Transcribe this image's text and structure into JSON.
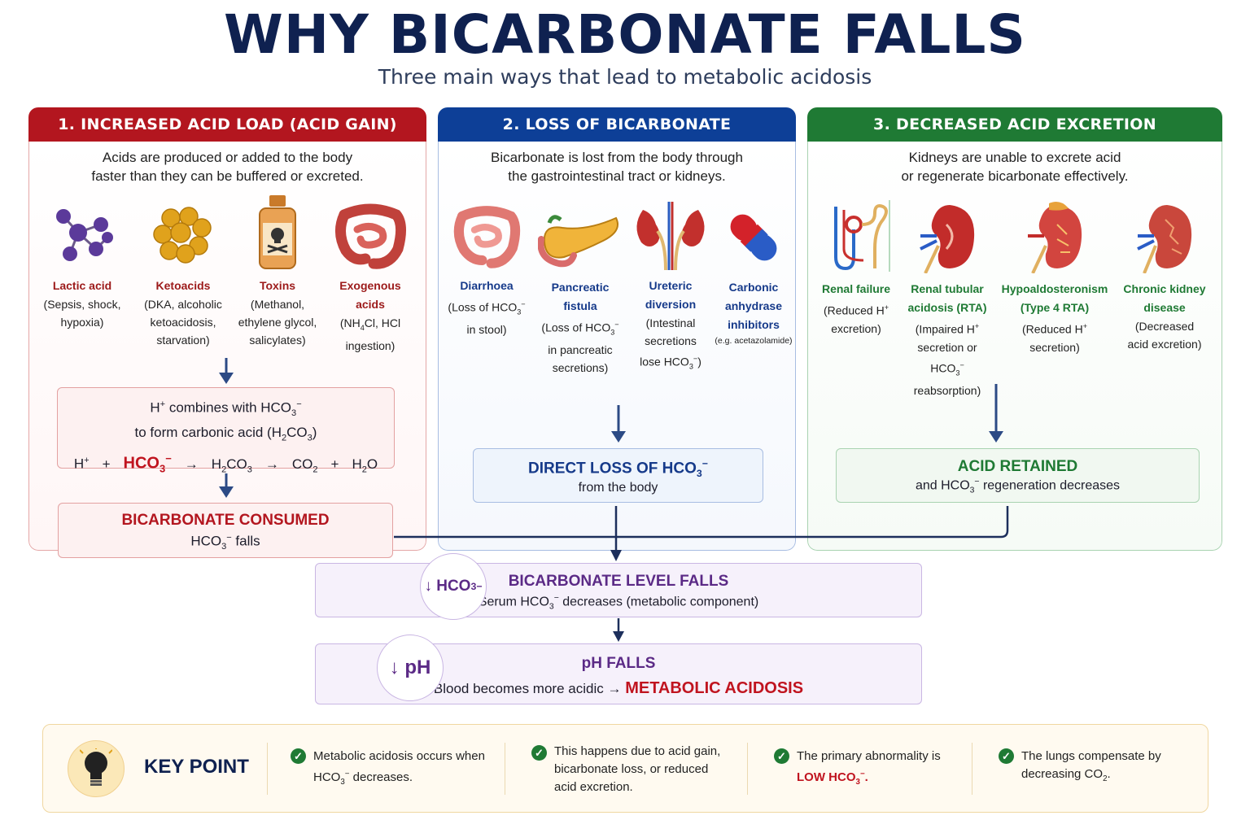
{
  "title": "WHY BICARBONATE FALLS",
  "subtitle": "Three main ways that lead to metabolic acidosis",
  "colors": {
    "red": "#b3161f",
    "blue": "#0d3f97",
    "green": "#1f7a34",
    "purple": "#5b2a86",
    "navy": "#0f2150"
  },
  "col1": {
    "header": "1.  INCREASED ACID LOAD (ACID GAIN)",
    "desc1": "Acids are produced or added to the body",
    "desc2": "faster than they can be buffered or excreted.",
    "causes": [
      {
        "icon": "molecule-icon",
        "name": "Lactic acid",
        "d1": "(Sepsis, shock,",
        "d2": "hypoxia)",
        "d3": ""
      },
      {
        "icon": "ketone-cluster-icon",
        "name": "Ketoacids",
        "d1": "(DKA, alcoholic",
        "d2": "ketoacidosis,",
        "d3": "starvation)"
      },
      {
        "icon": "poison-bottle-icon",
        "name": "Toxins",
        "d1": "(Methanol,",
        "d2": "ethylene glycol,",
        "d3": "salicylates)"
      },
      {
        "icon": "intestine-icon",
        "name": "Exogenous acids",
        "d1": "ingestion)",
        "d2": "",
        "d3": ""
      }
    ],
    "exo_pre": "(NH",
    "exo_sub": "4",
    "exo_post": "Cl, HCl",
    "reaction_box": {
      "l1a": "H",
      "l1sup": "+",
      "l1b": " combines with HCO",
      "l1sub": "3",
      "l1sup2": "−",
      "l2a": "to form carbonic acid (H",
      "l2sub1": "2",
      "l2b": "CO",
      "l2sub2": "3",
      "l2c": ")",
      "eq_h": "H",
      "eq_plus": "+",
      "eq_hco3": "HCO",
      "eq_arrow": "→",
      "eq_h2co3_a": "H",
      "eq_h2co3_b": "CO",
      "eq_co2": "CO",
      "eq_h2o_a": "H",
      "eq_h2o_b": "O",
      "sub2": "2",
      "sub3": "3",
      "minus": "−"
    },
    "consumed_box": {
      "title": "BICARBONATE CONSUMED",
      "l2a": "HCO",
      "l2b": " falls"
    }
  },
  "col2": {
    "header": "2.  LOSS OF BICARBONATE",
    "desc1": "Bicarbonate is lost from the body through",
    "desc2": "the gastrointestinal tract or kidneys.",
    "causes": [
      {
        "icon": "intestine-icon",
        "name": "Diarrhoea",
        "d1a": "(Loss of HCO",
        "d2": "in stool)"
      },
      {
        "icon": "pancreas-icon",
        "name1": "Pancreatic",
        "name2": "fistula",
        "d1a": "(Loss of HCO",
        "d2": "in pancreatic",
        "d3": "secretions)"
      },
      {
        "icon": "kidney-ureter-icon",
        "name1": "Ureteric",
        "name2": "diversion",
        "d1": "(Intestinal",
        "d2": "secretions",
        "d3a": "lose HCO",
        "d3b": ")"
      },
      {
        "icon": "capsule-icon",
        "name1": "Carbonic",
        "name2": "anhydrase",
        "name3": "inhibitors",
        "d1": "(e.g. acetazolamide)"
      }
    ],
    "loss_box": {
      "title": "DIRECT LOSS OF HCO",
      "l2": "from the body"
    }
  },
  "col3": {
    "header": "3.  DECREASED ACID EXCRETION",
    "desc1": "Kidneys are unable to excrete acid",
    "desc2": "or regenerate bicarbonate effectively.",
    "causes": [
      {
        "icon": "nephron-icon",
        "name": "Renal failure",
        "d1a": "(Reduced H",
        "d2": "excretion)"
      },
      {
        "icon": "kidney-icon",
        "name1": "Renal tubular",
        "name2": "acidosis (RTA)",
        "d1a": "(Impaired H",
        "d2": "secretion or",
        "d3a": "HCO",
        "d3b": " reabsorption)"
      },
      {
        "icon": "kidney-adrenal-icon",
        "name1": "Hypoaldosteronism",
        "name2": "(Type 4 RTA)",
        "d1a": "(Reduced H",
        "d2": "secretion)"
      },
      {
        "icon": "kidney-damaged-icon",
        "name1": "Chronic kidney",
        "name2": "disease",
        "d1": "(Decreased",
        "d2": "acid excretion)"
      }
    ],
    "retained_box": {
      "title": "ACID RETAINED",
      "l2a": "and HCO",
      "l2b": " regeneration decreases"
    }
  },
  "level_box": {
    "badge_arrow": "↓",
    "badge_text": "HCO",
    "title": "BICARBONATE LEVEL FALLS",
    "l2a": "Serum HCO",
    "l2b": " decreases (metabolic component)"
  },
  "ph_box": {
    "badge_arrow": "↓",
    "badge_text": "pH",
    "title": "pH FALLS",
    "l2": "Blood becomes more acidic →",
    "l2_em": "METABOLIC ACIDOSIS"
  },
  "keypoint": {
    "icon": "lightbulb-icon",
    "label": "KEY POINT",
    "items": [
      {
        "a": "Metabolic acidosis occurs when",
        "b1": "HCO",
        "b2": " decreases."
      },
      {
        "a": "This happens due to acid gain,",
        "b": "bicarbonate loss, or reduced",
        "c": "acid excretion."
      },
      {
        "a": "The primary abnormality is",
        "b1": "LOW HCO",
        "b2": "."
      },
      {
        "a": "The lungs compensate by",
        "b1": "decreasing CO",
        "b2": "."
      }
    ]
  }
}
